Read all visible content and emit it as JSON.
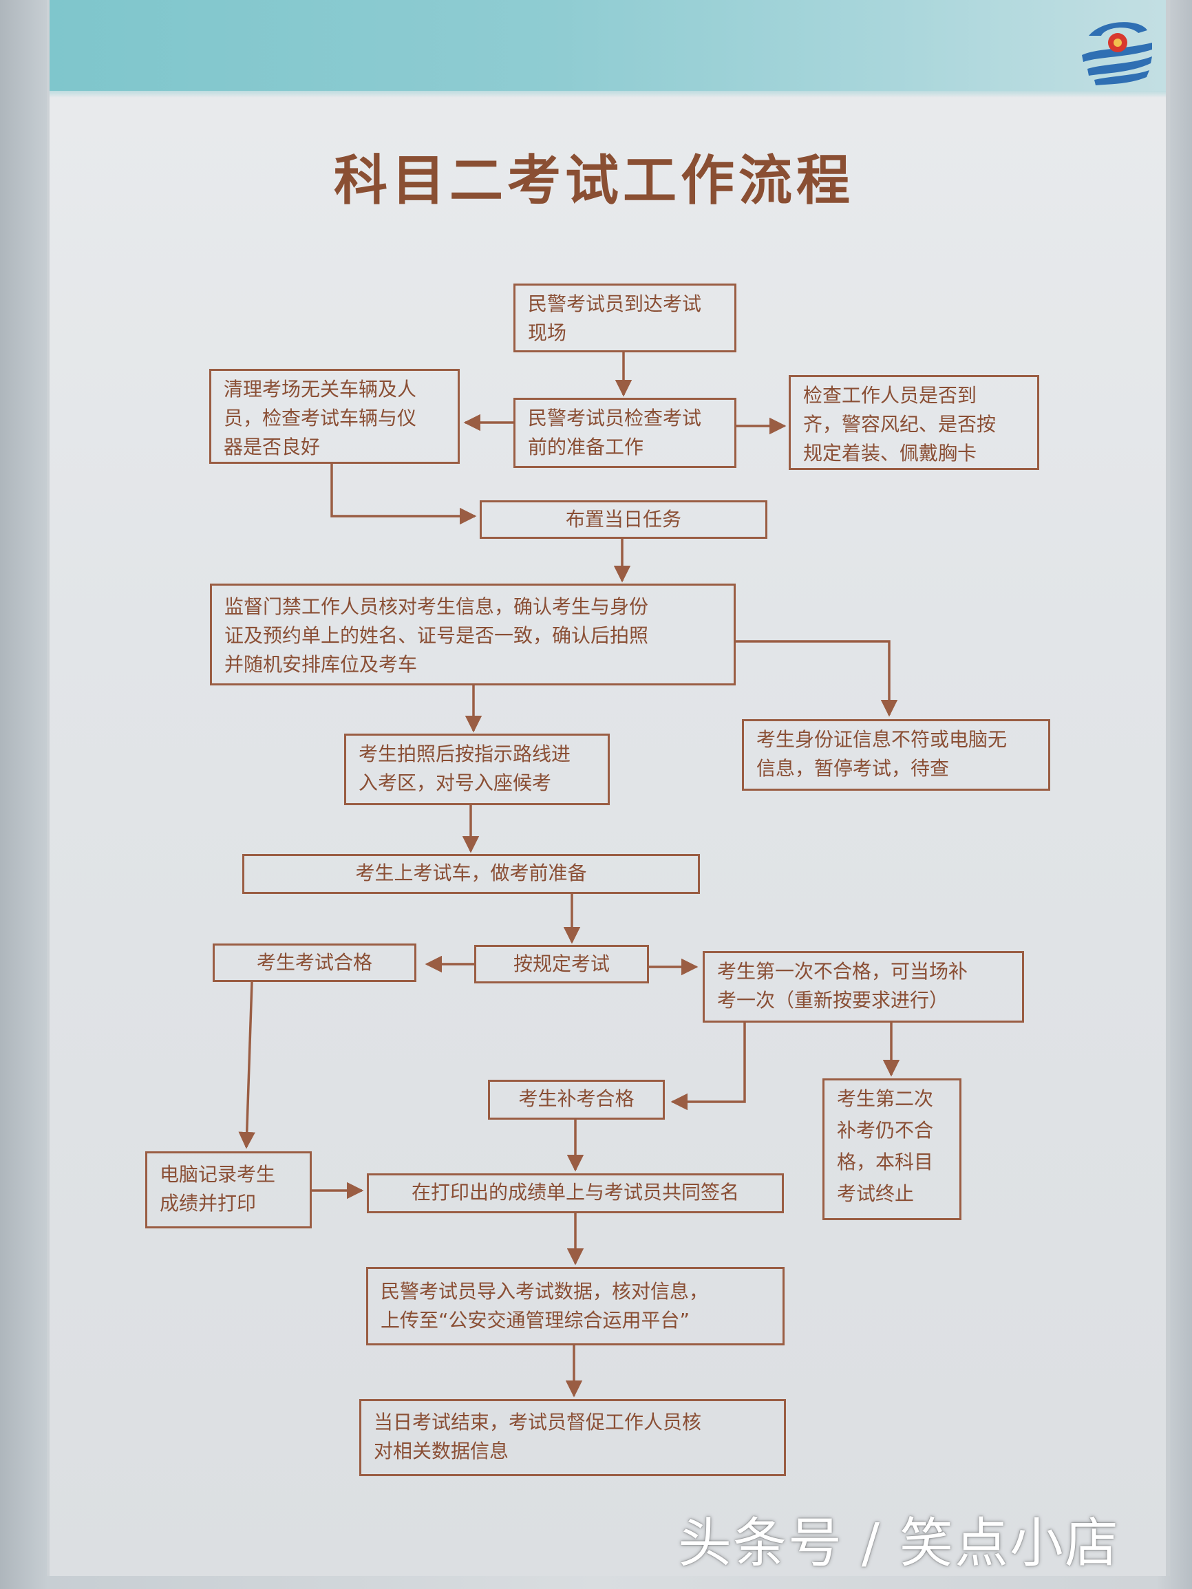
{
  "title": "科目二考试工作流程",
  "watermark": "头条号 / 笑点小店",
  "colors": {
    "accent": "#9a5d43",
    "text": "#8a4f35",
    "header_band": "#8fccd2",
    "watermark": "#ffffff"
  },
  "logo": {
    "icon": "traffic-police-emblem-icon"
  },
  "nodes": {
    "arrive": "民警考试员到达考试\n现场",
    "check_prep": "民警考试员检查考试\n前的准备工作",
    "clear_area": "清理考场无关车辆及人\n员，检查考试车辆与仪\n器是否良好",
    "check_staff": "检查工作人员是否到\n齐，警容风纪、是否按\n规定着装、佩戴胸卡",
    "assign_tasks": "布置当日任务",
    "verify_identity": "监督门禁工作人员核对考生信息，确认考生与身份\n证及预约单上的姓名、证号是否一致，确认后拍照\n并随机安排库位及考车",
    "enter_area": "考生拍照后按指示路线进\n入考区，对号入座候考",
    "id_mismatch": "考生身份证信息不符或电脑无\n信息，暂停考试，待查",
    "board_car": "考生上考试车，做考前准备",
    "take_exam": "按规定考试",
    "pass": "考生考试合格",
    "first_fail": "考生第一次不合格，可当场补\n考一次（重新按要求进行）",
    "retake_pass": "考生补考合格",
    "second_fail": "考生第二次\n补考仍不合\n格，本科目\n考试终止",
    "record_print": "电脑记录考生\n成绩并打印",
    "sign_sheet": "在打印出的成绩单上与考试员共同签名",
    "import_data": "民警考试员导入考试数据，核对信息，\n上传至“公安交通管理综合运用平台”",
    "day_end": "当日考试结束，考试员督促工作人员核\n对相关数据信息"
  }
}
